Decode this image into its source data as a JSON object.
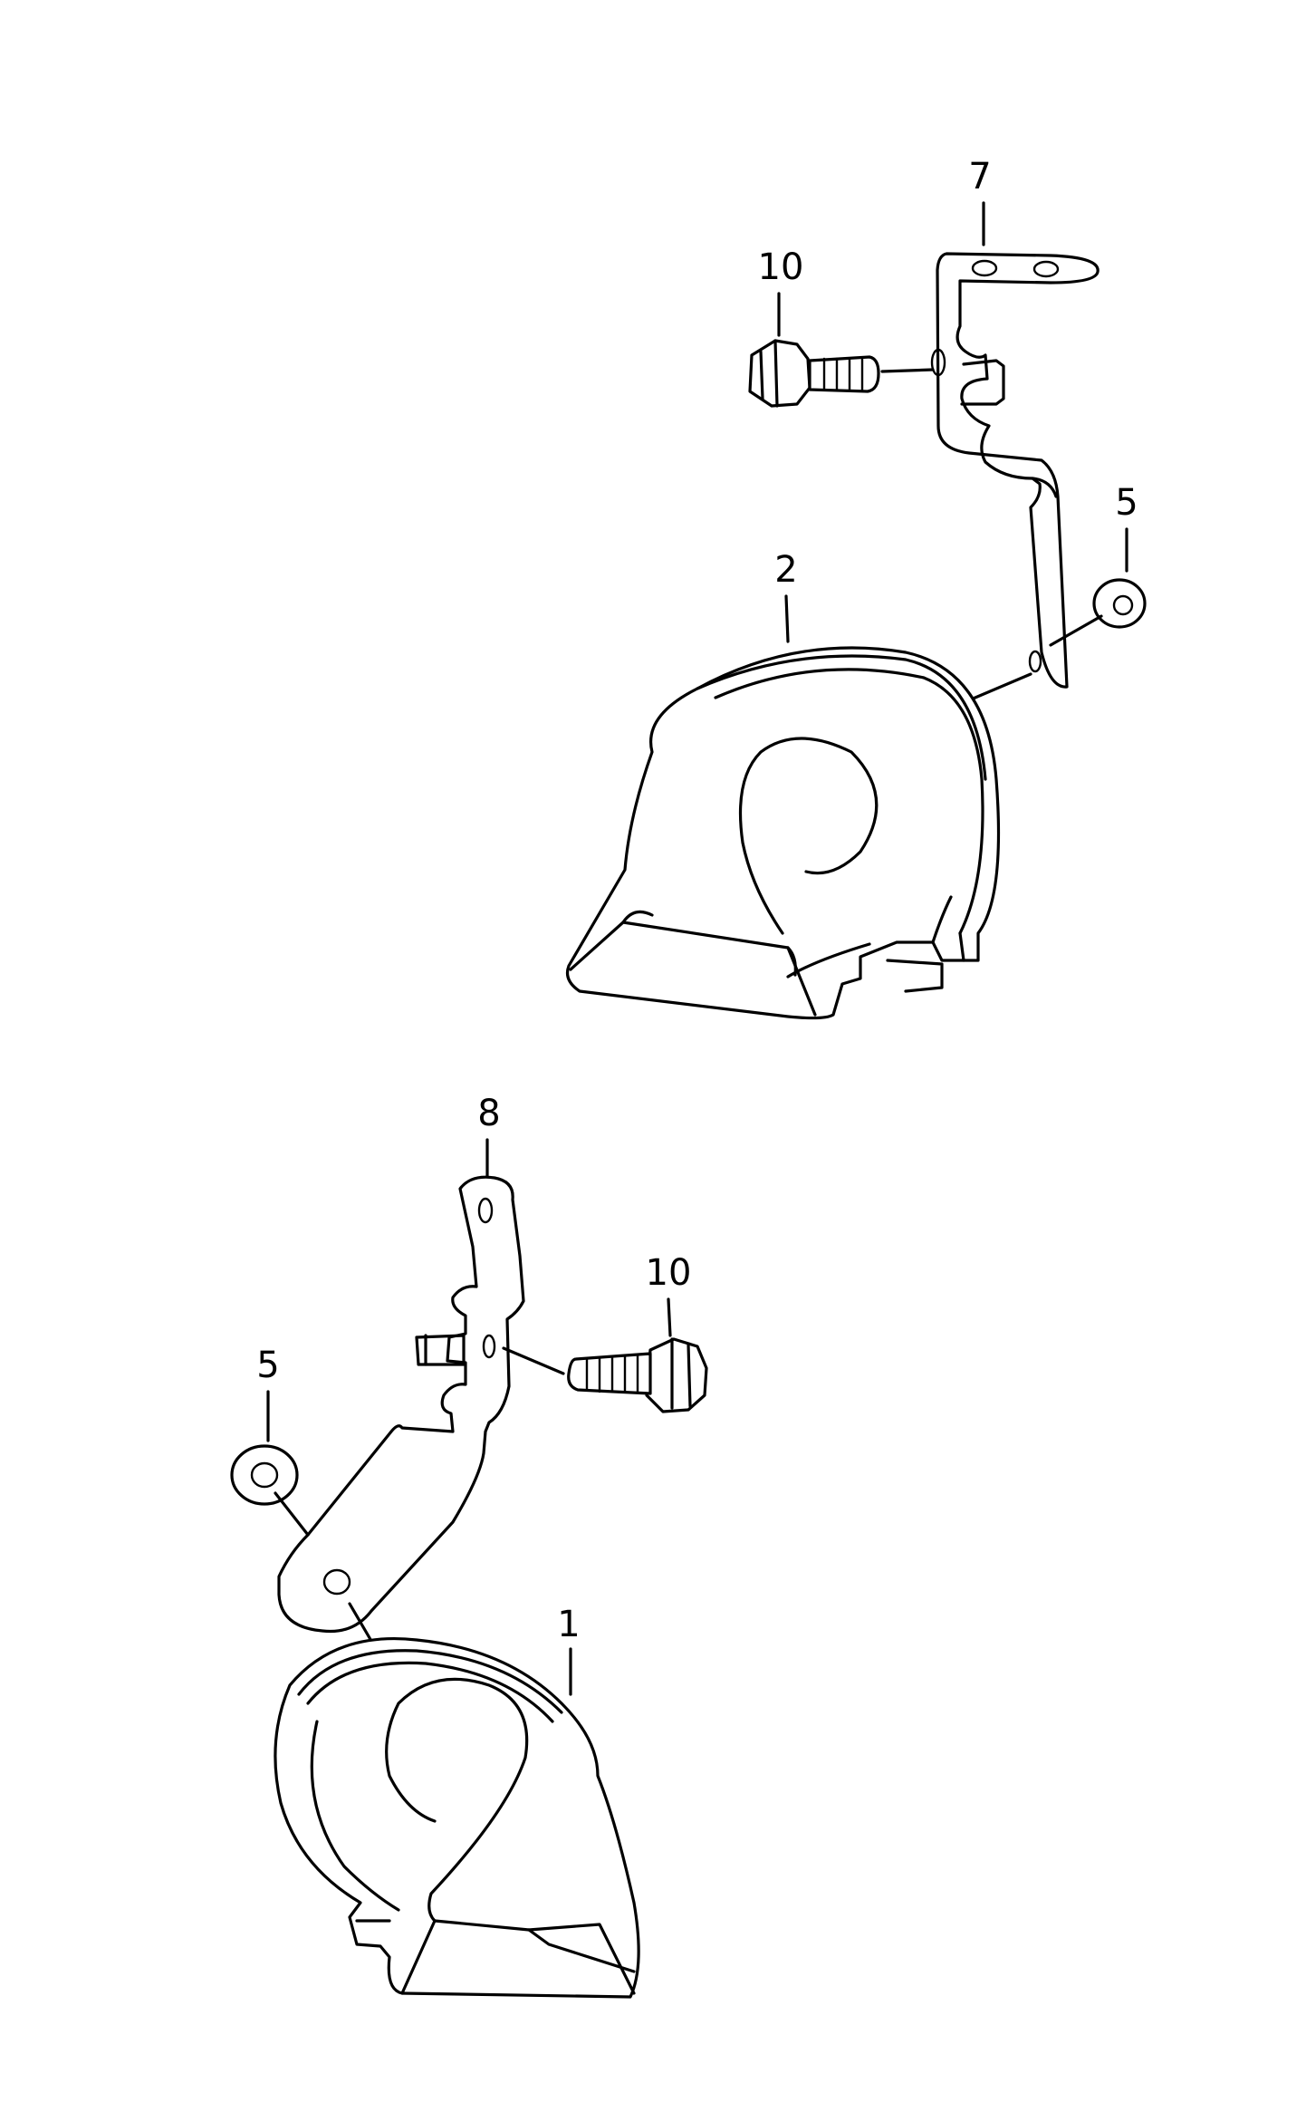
{
  "callouts": [
    {
      "id": "c7a",
      "label": "7"
    },
    {
      "id": "c10a",
      "label": "10"
    },
    {
      "id": "c5a",
      "label": "5"
    },
    {
      "id": "c2",
      "label": "2"
    },
    {
      "id": "c8",
      "label": "8"
    },
    {
      "id": "c10b",
      "label": "10"
    },
    {
      "id": "c5b",
      "label": "5"
    },
    {
      "id": "c1",
      "label": "1"
    }
  ]
}
